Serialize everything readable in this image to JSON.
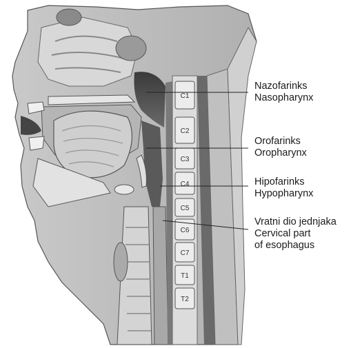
{
  "labels": [
    {
      "lines": [
        "Nazofarinks",
        "Nasopharynx"
      ]
    },
    {
      "lines": [
        "Orofarinks",
        "Oropharynx"
      ]
    },
    {
      "lines": [
        "Hipofarinks",
        "Hypopharynx"
      ]
    },
    {
      "lines": [
        "Vratni dio jednjaka",
        "Cervical part",
        "of esophagus"
      ]
    }
  ],
  "vertebrae": [
    "C1",
    "C2",
    "C3",
    "C4",
    "C5",
    "C6",
    "C7",
    "T1",
    "T2"
  ]
}
